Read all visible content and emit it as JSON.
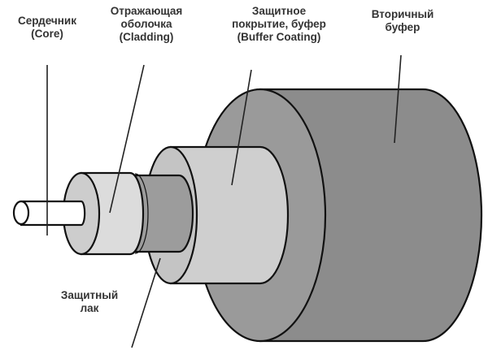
{
  "labels": {
    "core": [
      "Сердечник",
      "(Core)"
    ],
    "cladding": [
      "Отражающая",
      "оболочка",
      "(Cladding)"
    ],
    "buffer": [
      "Защитное",
      "покрытие, буфер",
      "(Buffer Coating)"
    ],
    "secondary": [
      "Вторичный",
      "буфер"
    ],
    "varnish": [
      "Защитный",
      "лак"
    ]
  },
  "colors": {
    "secondary_side": "#8c8c8c",
    "secondary_face": "#9a9a9a",
    "buffer_side": "#cfcfcf",
    "buffer_face": "#c4c4c4",
    "varnish": "#9c9c9c",
    "cladding_side": "#dcdcdc",
    "cladding_face": "#cdcdcd",
    "core": "#ffffff"
  }
}
